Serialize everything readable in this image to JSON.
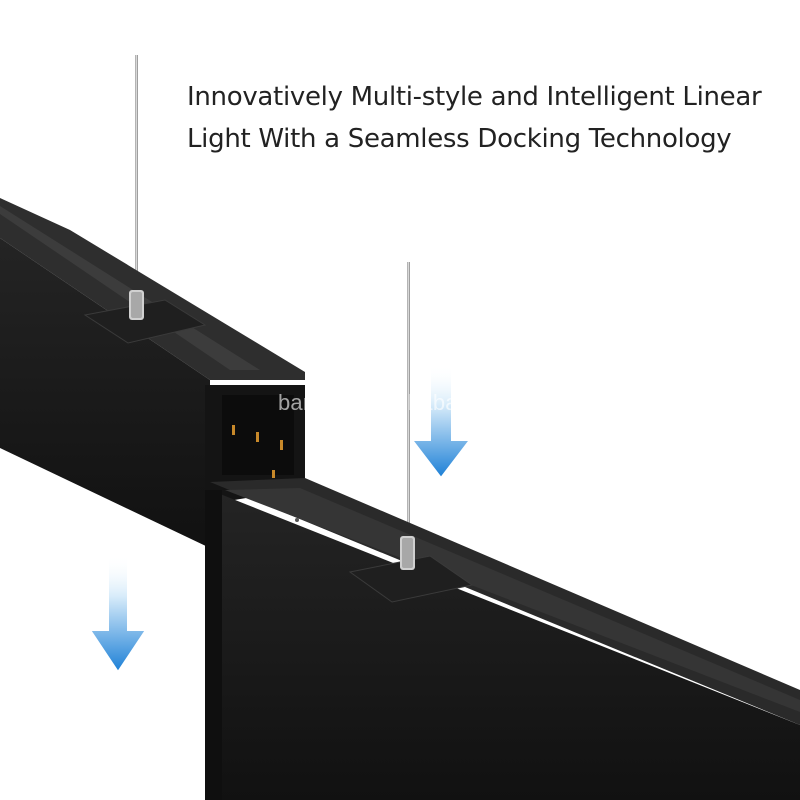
{
  "headline": {
    "line1": "Innovatively Multi-style and Intelligent Linear",
    "line2": "Light With a Seamless Docking Technology"
  },
  "watermark": "barrina.en.alibaba.com",
  "colors": {
    "background": "#ffffff",
    "profile": "#1b1b1b",
    "profile_dark": "#0d0d0d",
    "profile_top": "#3a3a3a",
    "arrow_light": "#d8ecfa",
    "arrow_dark": "#1b7fd6"
  }
}
